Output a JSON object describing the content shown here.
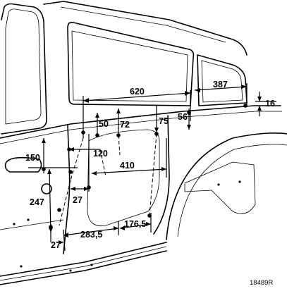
{
  "dimensions": {
    "d620": "620",
    "d387": "387",
    "d16": "16",
    "d50": "50",
    "d72": "72",
    "d75": "75",
    "d56": "56",
    "d150": "150",
    "d120": "120",
    "d410": "410",
    "d247": "247",
    "d27_upper": "27",
    "d27_lower": "27",
    "d283_5": "283,5",
    "d176_5": "176,5"
  },
  "reference": "18489R"
}
